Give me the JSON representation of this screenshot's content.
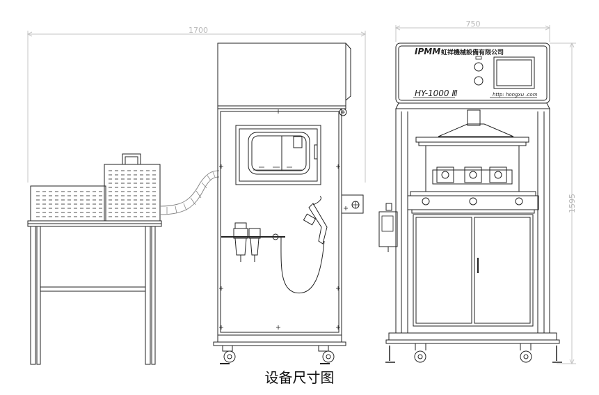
{
  "dimensions": {
    "overall_width": "1700",
    "machine_width": "750",
    "machine_height": "1595"
  },
  "panel": {
    "brand_logo": "IPMM",
    "company_name": "虹祥機械設備有限公司",
    "model": "HY-1000 Ⅲ",
    "website": "http: hongxu .com"
  },
  "caption": "设备尺寸图"
}
